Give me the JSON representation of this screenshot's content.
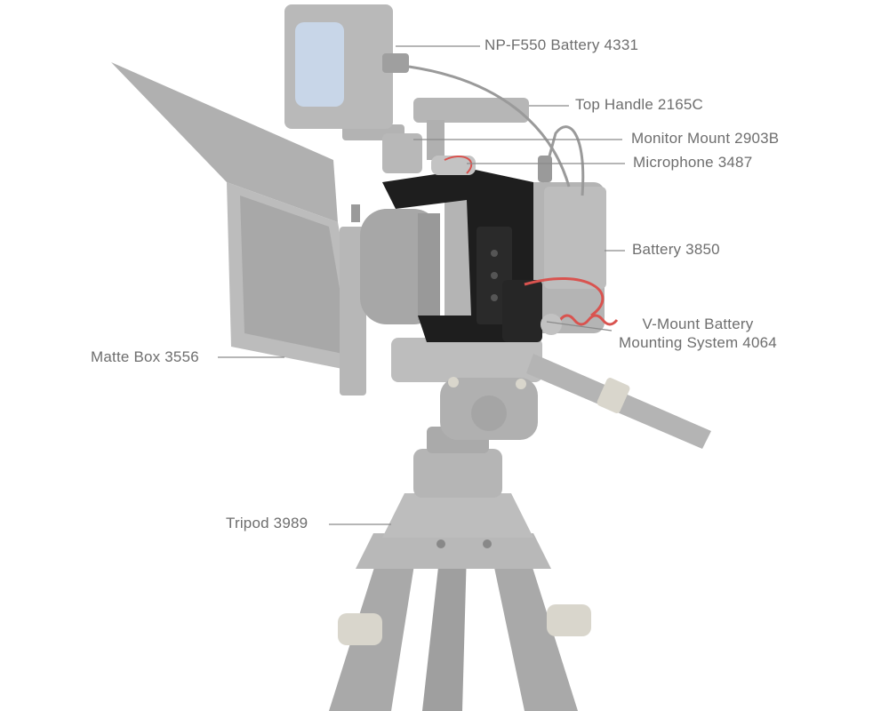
{
  "callouts": {
    "np_f550_battery": "NP-F550 Battery 4331",
    "top_handle": "Top Handle 2165C",
    "monitor_mount": "Monitor Mount 2903B",
    "microphone": "Microphone 3487",
    "battery": "Battery 3850",
    "vmount_line1": "V-Mount Battery",
    "vmount_line2": "Mounting System 4064",
    "matte_box": "Matte Box 3556",
    "tripod": "Tripod 3989"
  },
  "colors": {
    "accessory_gray": "#b4b4b4",
    "cage_black": "#1e1e1e",
    "cable_red": "#d9534f",
    "label_text": "#6e6e6e",
    "battery_blue": "#c8d6e8"
  }
}
